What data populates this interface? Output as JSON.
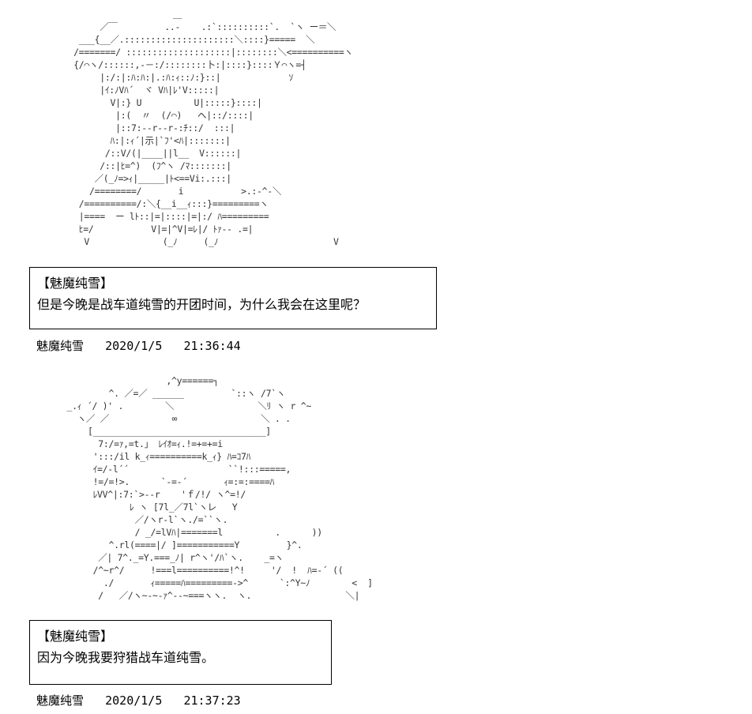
{
  "posts": [
    {
      "art": "                        ＿\n          ／￣         ..-    .:`::::::::::`.  `ヽ ー＝＼\n      ___{__／.:::::::::::::::::::::＼::::}=====  ＼\n     /=======/ ::::::::::::::::::::|::::::::＼<==========ヽ\n     {/⌒ヽ/::::::,-－:/::::::::卜:|::::}::::Ｙ⌒ヽ=┤\n          |:/:|:ﾊ:ﾊ:|.:ﾊ:ｨ::ﾉ:}::|             ｿ\n          |ｲ:ﾉVﾊ´  ヾ Vﾊ|ﾚ'V:::::|\n            V|:} U          U|:::::}::::|\n             |:(  〃  (/⌒)   ヘ|::/::::|\n             |::7:--r--r-:ﾁ::/  :::|\n            ﾊ:|:ｨ´|示|`ﾌ'<ﾊ|:::::::|\n           /::V/(|____||l__  V::::::|\n          /::|ﾋ=^)  (ﾌ^ヽ /ﾏ:::::::|\n         ／(_ﾉ=>ｨ|_____|ﾄ<==Vi:.:::|\n        /========/       i           >.:-^-＼\n      /==========/:＼{__i__ｨ:::}=========ヽ\n      |====  ー lﾄ::|=|::::|=|:/ ﾊ=========\n      ﾋ=/           V|=|^V|=ﾚ|/ ﾄｧ-- .=|\n       V              (_ﾉ     (_ﾉ                      V",
      "speaker": "【魅魔纯雪】",
      "text": "但是今晚是战车道纯雪的开团时间，为什么我会在这里呢？",
      "author": "魅魔纯雪",
      "date": "2020/1/5",
      "time": "21:36:44"
    },
    {
      "art": "                       ,^y======┐\n            ^. ／=／ ______         `::ヽ /7`ヽ\n    _.ｨ ´/ )' .        ＼                ＼ﾘ ヽ r ^~\n      ヽ／ ／            ∞                ＼ . .\n        [_________________________________]\n          7:/=ｧ,=t.」 ﾚｲｵ=ｨ.!=+=+=i\n         ':::/il k_ｨ==========k_ｨ} ﾊ=ｺ7ﾊ\n         ｲ=/-l´´                   ``!:::=====,\n         !=/=!>.      `-=-´       ｨ=:=:====ﾊ\n         ﾚVV^|:7:`>--r    'ｆ/!/ ヽ^=!/\n                ﾚ ヽ [7l_／7l`ヽレ   Y\n                 ／/ヽr-l`ヽ./=``ヽ.\n                 / _/=lVﾊ|=======l          .      ))\n            ^.rl(====|/ ]===========Y         }^.\n          ／| 7^._=Y.===_ﾉ| r^ヽ'/ﾊ`ヽ.    _=ヽ\n         /^~r^/     !===l==========!^!     '/  !  ﾊ=-´ ((\n           ./       ｨ=====ﾊ=========->^      `:^Y~ﾉ        <  ]\n          /   ／/ヽ~-~-ｧ^--~===ヽヽ.  ヽ.                  ＼|",
      "speaker": "【魅魔纯雪】",
      "text": "因为今晚我要狩猎战车道纯雪。",
      "author": "魅魔纯雪",
      "date": "2020/1/5",
      "time": "21:37:23"
    }
  ]
}
